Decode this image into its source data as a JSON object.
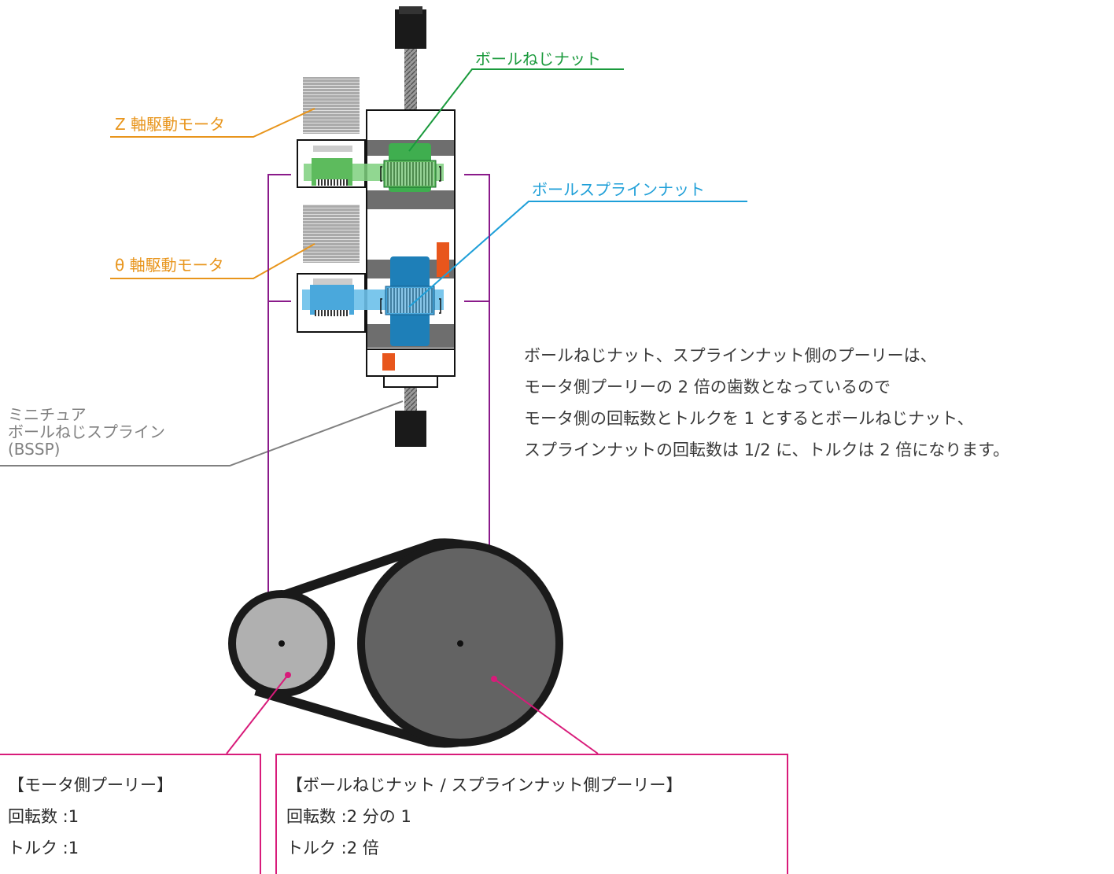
{
  "labels": {
    "z_motor": "Z 軸駆動モータ",
    "theta_motor": "θ 軸駆動モータ",
    "ballscrew_nut": "ボールねじナット",
    "ballspline_nut": "ボールスプラインナット",
    "bssp_lines": [
      "ミニチュア",
      "ボールねじスプライン",
      "(BSSP)"
    ]
  },
  "description": [
    "ボールねじナット、スプラインナット側のプーリーは、",
    "モータ側プーリーの 2 倍の歯数となっているので",
    "モータ側の回転数とトルクを 1 とするとボールねじナット、",
    "スプラインナットの回転数は 1/2 に、トルクは 2 倍になります。"
  ],
  "motor_pulley_box": {
    "title": "【モータ側プーリー】",
    "rotation": "回転数 :1",
    "torque": "トルク :1"
  },
  "nut_pulley_box": {
    "title": "【ボールねじナット / スプラインナット側プーリー】",
    "rotation": "回転数 :2 分の 1",
    "torque": "トルク :2 倍"
  },
  "colors": {
    "orange": "#e8951c",
    "green": "#1a9a3c",
    "blue": "#1e9fd8",
    "purple": "#8a1a8a",
    "magenta": "#d81b7a",
    "gray": "#808080"
  },
  "pulley_ratio": {
    "motor": 1,
    "nut": 2
  }
}
